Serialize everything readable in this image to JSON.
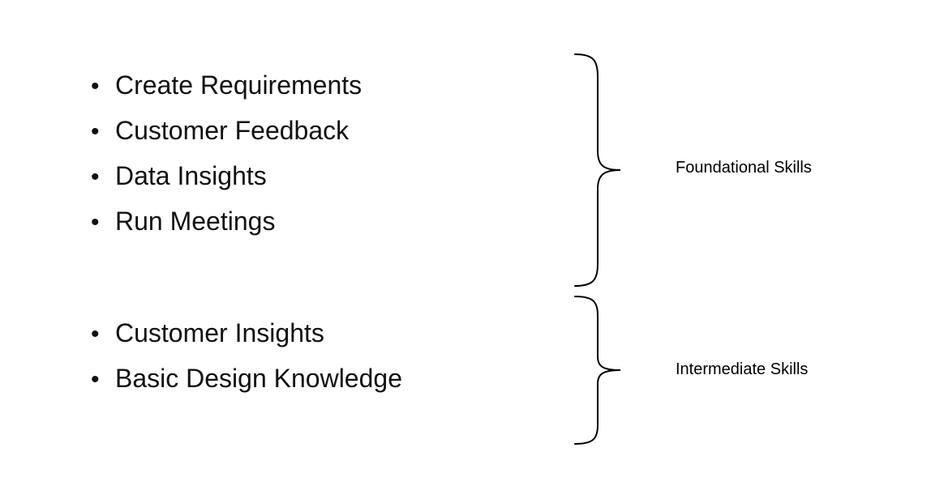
{
  "diagram": {
    "groups": [
      {
        "label": "Foundational Skills",
        "items": [
          "Create Requirements",
          "Customer Feedback",
          "Data Insights",
          "Run Meetings"
        ]
      },
      {
        "label": "Intermediate Skills",
        "items": [
          "Customer Insights",
          "Basic Design Knowledge"
        ]
      }
    ]
  },
  "icons": {
    "bullet": "•"
  },
  "colors": {
    "text": "#111111",
    "brace_stroke": "#000000",
    "background": "#ffffff"
  }
}
